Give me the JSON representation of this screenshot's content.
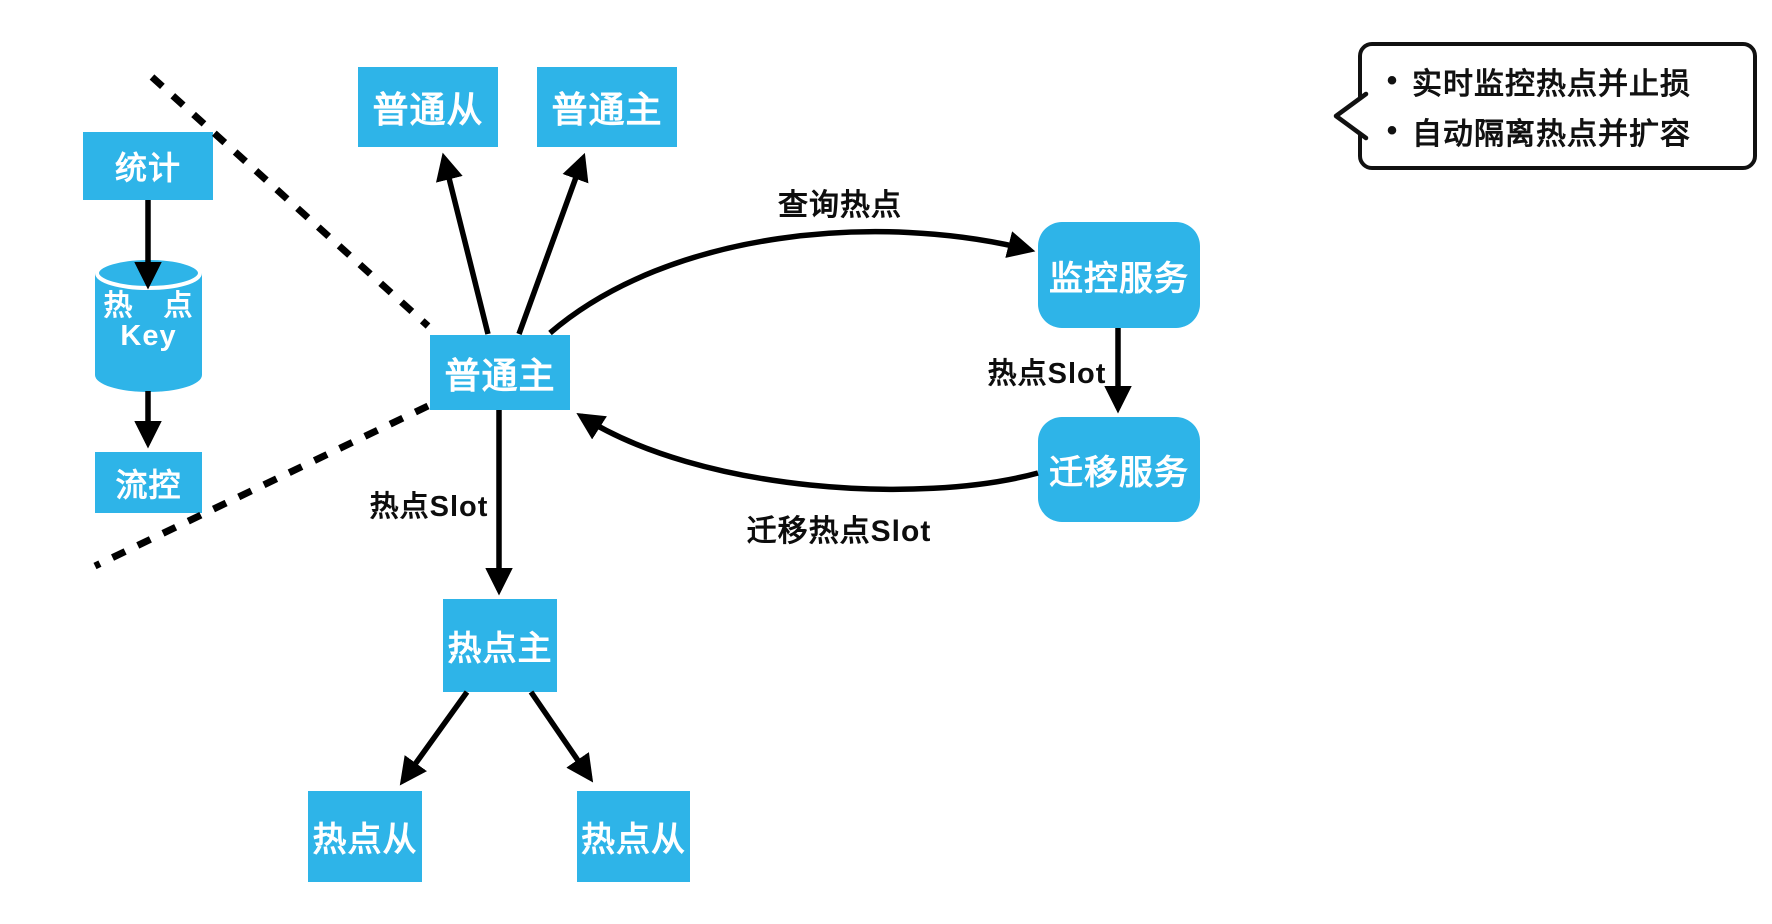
{
  "colors": {
    "node_fill": "#2eb4e8",
    "node_text": "#ffffff",
    "line": "#000000",
    "callout_border": "#111111"
  },
  "nodes": {
    "stat": {
      "label": "统计"
    },
    "hotkey_store": {
      "line1": "热　点",
      "line2": "Key"
    },
    "flow_control": {
      "label": "流控"
    },
    "normal_slave_top": {
      "label": "普通从"
    },
    "normal_master_top": {
      "label": "普通主"
    },
    "normal_master_center": {
      "label": "普通主"
    },
    "hot_master": {
      "label": "热点主"
    },
    "hot_slave_left": {
      "label": "热点从"
    },
    "hot_slave_right": {
      "label": "热点从"
    },
    "monitor_service": {
      "label": "监控服务"
    },
    "migration_service": {
      "label": "迁移服务"
    }
  },
  "edge_labels": {
    "query_hotspot": "查询热点",
    "hotspot_slot_right": "热点Slot",
    "hotspot_slot_center": "热点Slot",
    "migrate_hotspot_slot": "迁移热点Slot"
  },
  "callout": {
    "bullet": "•",
    "items": [
      "实时监控热点并止损",
      "自动隔离热点并扩容"
    ]
  }
}
